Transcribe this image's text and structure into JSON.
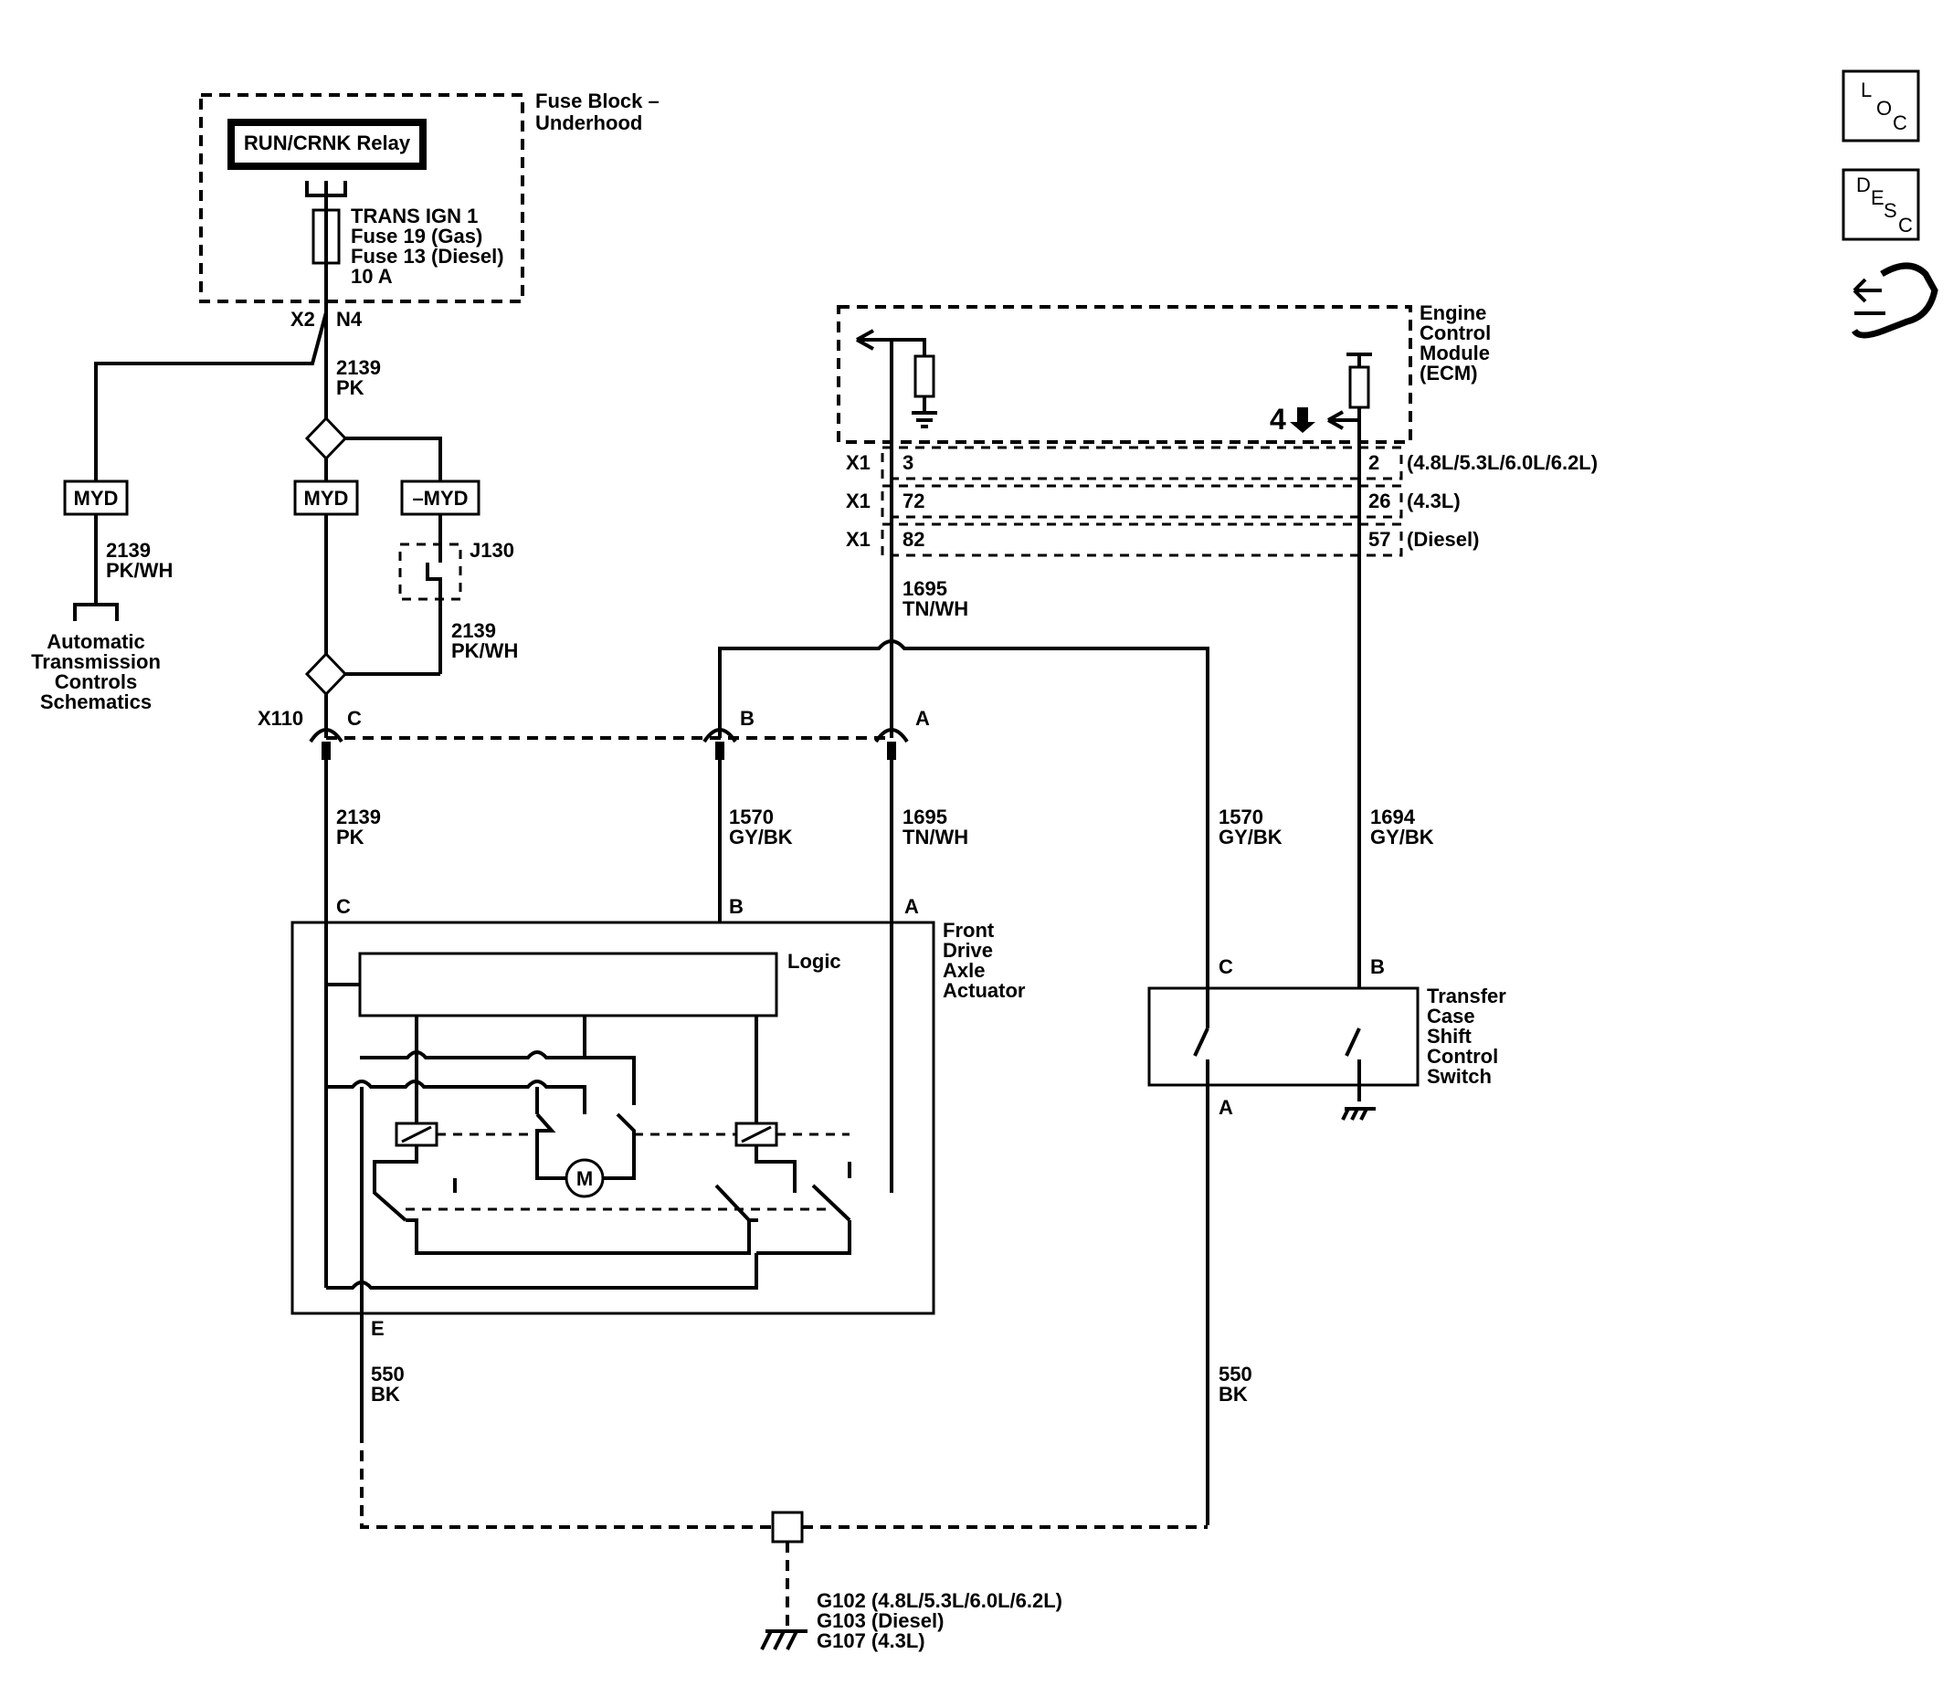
{
  "nav": {
    "loc": {
      "l": "L",
      "o": "O",
      "c": "C"
    },
    "desc": {
      "d": "D",
      "e": "E",
      "s": "S",
      "c": "C"
    }
  },
  "fuse_block": {
    "title_1": "Fuse Block –",
    "title_2": "Underhood",
    "relay": "RUN/CRNK Relay",
    "fuse_1": "TRANS IGN 1",
    "fuse_2": "Fuse 19 (Gas)",
    "fuse_3": "Fuse 13 (Diesel)",
    "fuse_4": "10 A",
    "conn_x2": "X2",
    "conn_n4": "N4"
  },
  "wires": {
    "w2139": "2139",
    "pk": "PK",
    "pkwh": "PK/WH",
    "w1695": "1695",
    "tnwh": "TN/WH",
    "w1570": "1570",
    "gybk": "GY/BK",
    "w1694": "1694",
    "w550": "550",
    "bk": "BK"
  },
  "options": {
    "myd": "MYD",
    "not_myd": "–MYD"
  },
  "splice_j130": "J130",
  "atc": [
    "Automatic",
    "Transmission",
    "Controls",
    "Schematics"
  ],
  "ecm": {
    "title": [
      "Engine",
      "Control",
      "Module",
      "(ECM)"
    ],
    "page_ref": "4",
    "x1": "X1",
    "rows": [
      {
        "left": "3",
        "right": "2",
        "note": "(4.8L/5.3L/6.0L/6.2L)"
      },
      {
        "left": "72",
        "right": "26",
        "note": "(4.3L)"
      },
      {
        "left": "82",
        "right": "57",
        "note": "(Diesel)"
      }
    ]
  },
  "x110": {
    "name": "X110",
    "c": "C",
    "b": "B",
    "a": "A"
  },
  "actuator": {
    "pin_c": "C",
    "pin_b": "B",
    "pin_a": "A",
    "pin_e": "E",
    "title": [
      "Front",
      "Drive",
      "Axle",
      "Actuator"
    ],
    "logic": "Logic",
    "motor": "M"
  },
  "switch": {
    "pin_c": "C",
    "pin_b": "B",
    "pin_a": "A",
    "title": [
      "Transfer",
      "Case",
      "Shift",
      "Control",
      "Switch"
    ]
  },
  "ground": [
    "G102 (4.8L/5.3L/6.0L/6.2L)",
    "G103 (Diesel)",
    "G107 (4.3L)"
  ]
}
